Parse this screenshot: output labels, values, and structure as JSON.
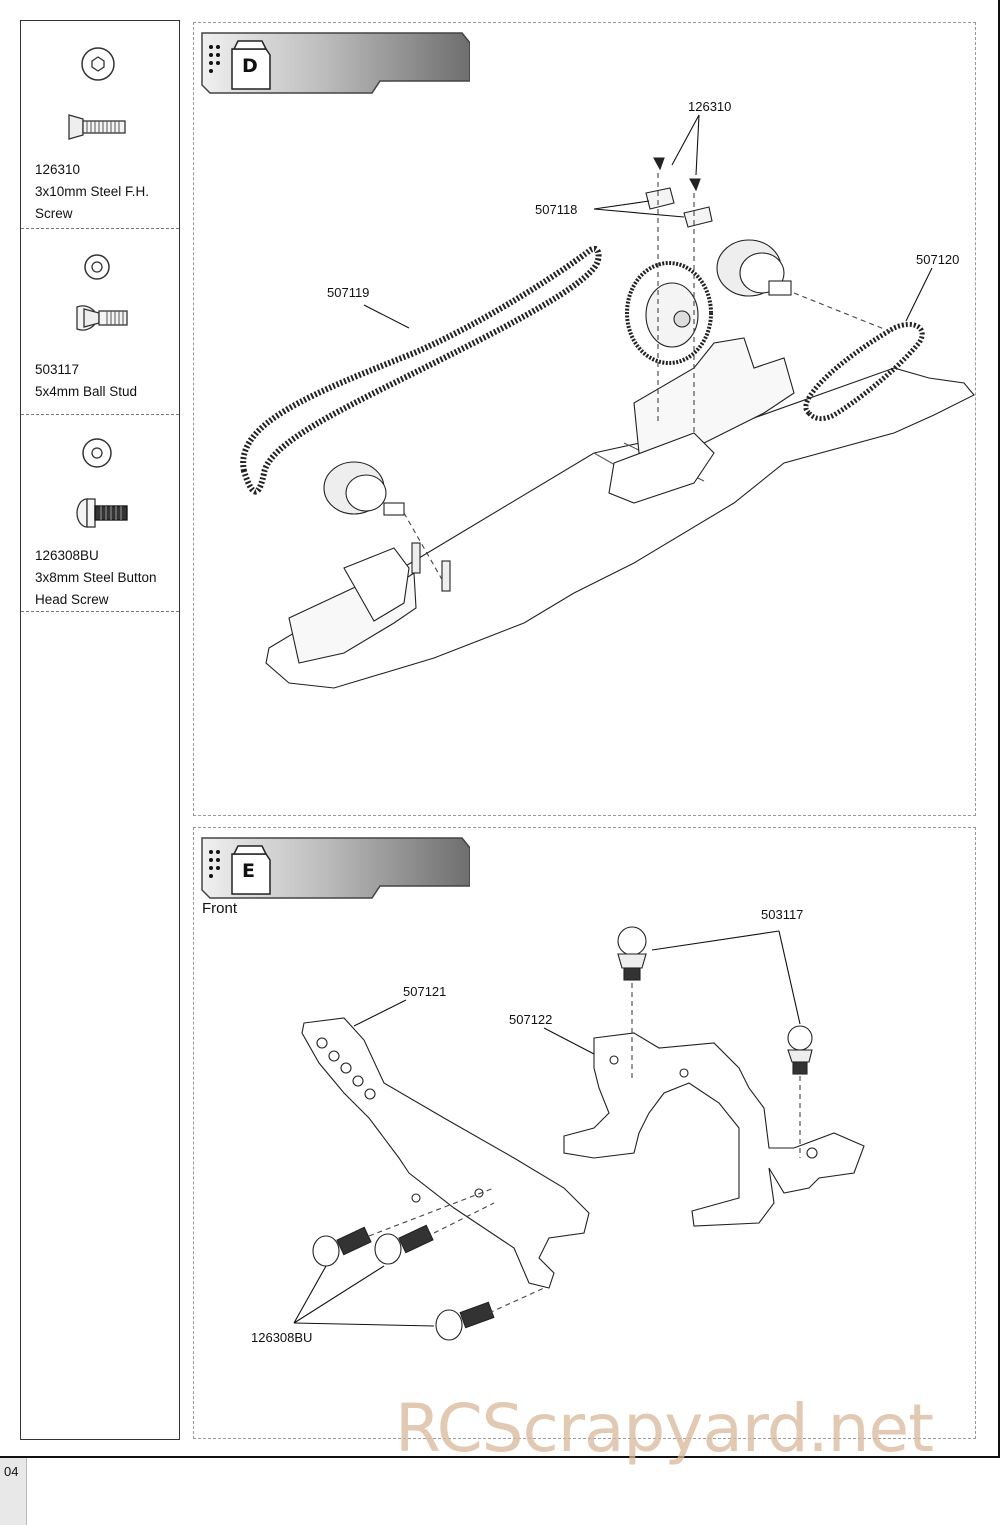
{
  "sidebar": {
    "parts": [
      {
        "code": "126310",
        "desc1": "3x10mm Steel F.H.",
        "desc2": "Screw",
        "icon": "flat-head-screw-icon"
      },
      {
        "code": "503117",
        "desc1": "5x4mm Ball Stud",
        "desc2": "",
        "icon": "ball-stud-icon"
      },
      {
        "code": "126308BU",
        "desc1": "3x8mm Steel Button",
        "desc2": "Head Screw",
        "icon": "button-head-screw-icon"
      }
    ]
  },
  "step_d": {
    "letter": "D",
    "callouts": [
      "126310",
      "507118",
      "507119",
      "507120"
    ]
  },
  "step_e": {
    "letter": "E",
    "front_label": "Front",
    "callouts": [
      "503117",
      "507121",
      "507122",
      "126308BU"
    ]
  },
  "page_number": "04",
  "watermark": "RCScrapyard.net"
}
